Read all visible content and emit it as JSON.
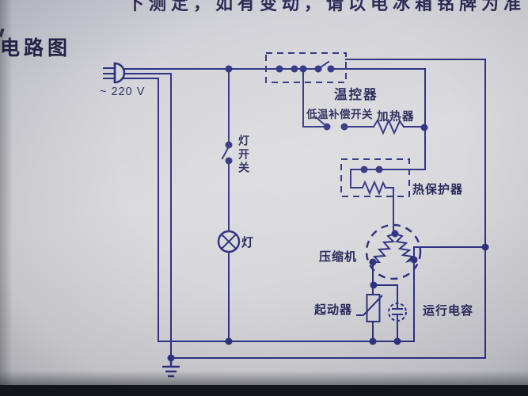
{
  "photo": {
    "top_cutoff_text": "下测定，如有变动，请以电冰箱铭牌为准",
    "title": "电路图"
  },
  "labels": {
    "voltage": "~ 220 V",
    "thermostat": "温控器",
    "low_temp_switch": "低温补偿开关",
    "heater": "加热器",
    "thermal_protector": "热保护器",
    "compressor": "压缩机",
    "starter": "起动器",
    "run_capacitor": "运行电容",
    "lamp_switch": "灯开关",
    "lamp": "灯"
  },
  "colors": {
    "wire": "#2e3282",
    "label_text": "#26265a",
    "paper": "#d7d7db",
    "shadow_band": "#14141b"
  }
}
